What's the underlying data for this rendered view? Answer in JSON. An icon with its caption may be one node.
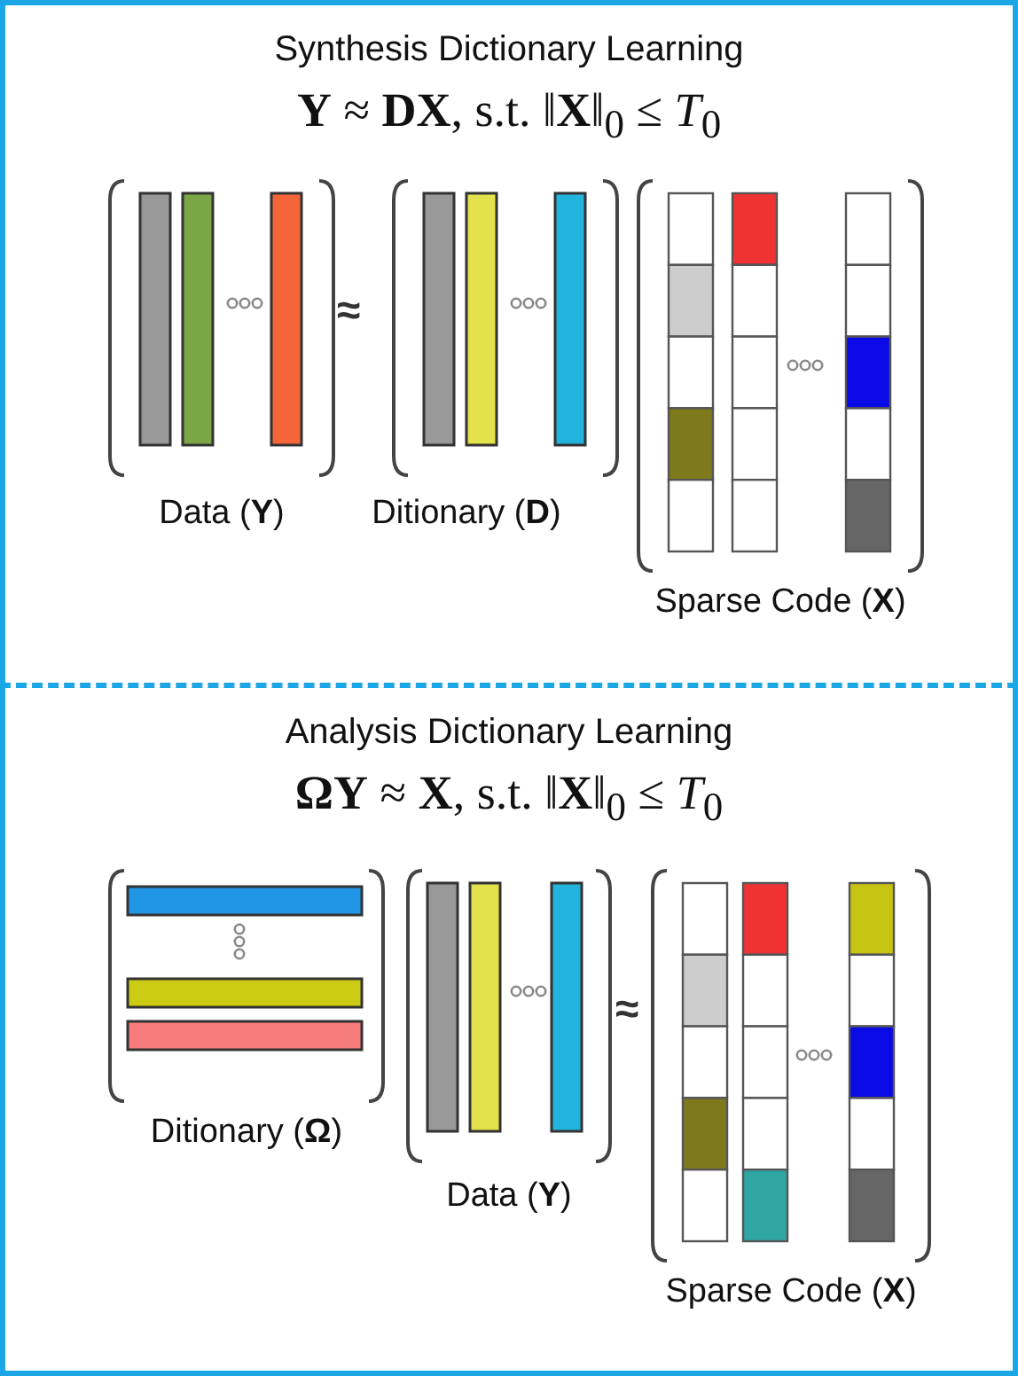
{
  "diagram": {
    "nodes": [
      {
        "text": [
          "Synthesis Dictionary Learning",
          "**Y** ≈ **DX**,  s.t.  ‖**X**‖$_{0}$ ≤ *T*$_{0}$"
        ]
      },
      {
        "text": [
          "Data (**Y**)"
        ],
        "in": 0
      },
      {
        "text": [
          "Ditionary (**D**)"
        ],
        "in": 0
      },
      {
        "text": [
          "Sparse Code (**X**)"
        ],
        "in": 0
      },
      {
        "text": [
          "Analysis Dictionary Learning",
          "**ΩY** ≈ **X**,  s.t.  ‖**X**‖$_{0}$ ≤ *T*$_{0}$"
        ]
      },
      {
        "text": [
          "Ditionary (**Ω**)"
        ],
        "in": 4
      },
      {
        "text": [
          "Data (**Y**)"
        ],
        "in": 4
      },
      {
        "text": [
          "Sparse Code (**X**)"
        ],
        "in": 4
      }
    ],
    "labels": [
      "≈",
      "≈"
    ]
  }
}
